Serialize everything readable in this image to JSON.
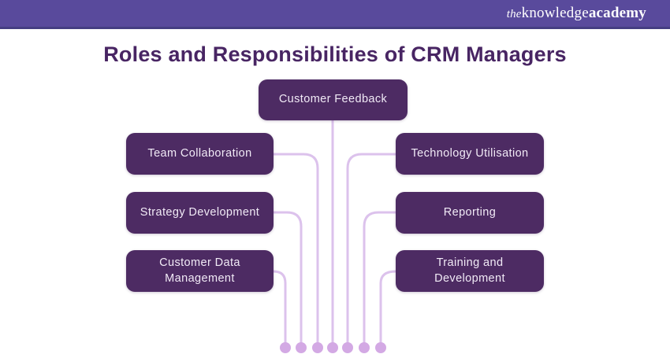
{
  "header": {
    "logo": {
      "the": "the",
      "knowledge": "knowledge",
      "academy": "academy"
    }
  },
  "title": "Roles and Responsibilities of CRM Managers",
  "roles": [
    {
      "label": "Customer Feedback",
      "position": "top-center"
    },
    {
      "label": "Team Collaboration",
      "position": "left-1"
    },
    {
      "label": "Technology Utilisation",
      "position": "right-1"
    },
    {
      "label": "Strategy Development",
      "position": "left-2"
    },
    {
      "label": "Reporting",
      "position": "right-2"
    },
    {
      "label": "Customer Data\nManagement",
      "position": "left-3"
    },
    {
      "label": "Training and\nDevelopment",
      "position": "right-3"
    }
  ],
  "colors": {
    "header_bar": "#594a9c",
    "header_bar_edge": "#453e82",
    "title_text": "#482563",
    "box_fill": "#4d2b63",
    "box_text": "#f1eaf6",
    "connector_line": "#dcc2ec",
    "connector_dot": "#d3a9e4",
    "background": "#ffffff"
  }
}
